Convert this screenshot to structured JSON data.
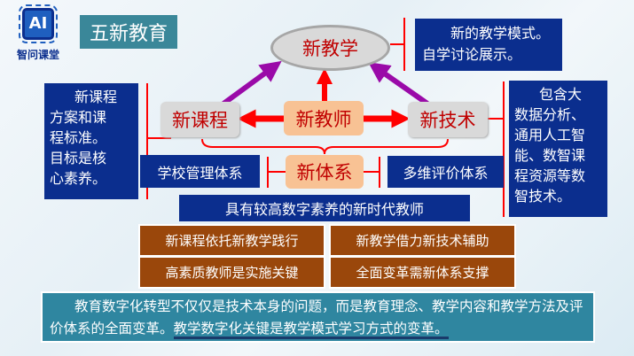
{
  "logo": {
    "text": "AI",
    "caption": "智问课堂"
  },
  "title": "五新教育",
  "nodes": {
    "teaching": "新教学",
    "curriculum": "新课程",
    "teacher": "新教师",
    "technology": "新技术",
    "system": "新体系"
  },
  "notes": {
    "teaching": [
      "新的教学模式。",
      "自学讨论展示。"
    ],
    "curriculum": [
      "新课程",
      "方案和课",
      "程标准。",
      "目标是核",
      "心素养。"
    ],
    "technology": [
      "包含大",
      "数据分析、",
      "通用人工智",
      "能、数智课",
      "程资源等数",
      "智技术。"
    ],
    "school_mgmt": "学校管理体系",
    "evaluation": "多维评价体系",
    "teacher_goal": "具有较高数字素养的新时代教师"
  },
  "points": [
    "新课程依托新教学践行",
    "新教学借力新技术辅助",
    "高素质教师是实施关键",
    "全面变革需新体系支撑"
  ],
  "summary": {
    "text": "教育数字化转型不仅仅是技术本身的问题，而是教育理念、教学内容和教学方法及评价体系的全面变革。",
    "highlight": "教学数字化关键是教学模式学习方式的变革。"
  }
}
